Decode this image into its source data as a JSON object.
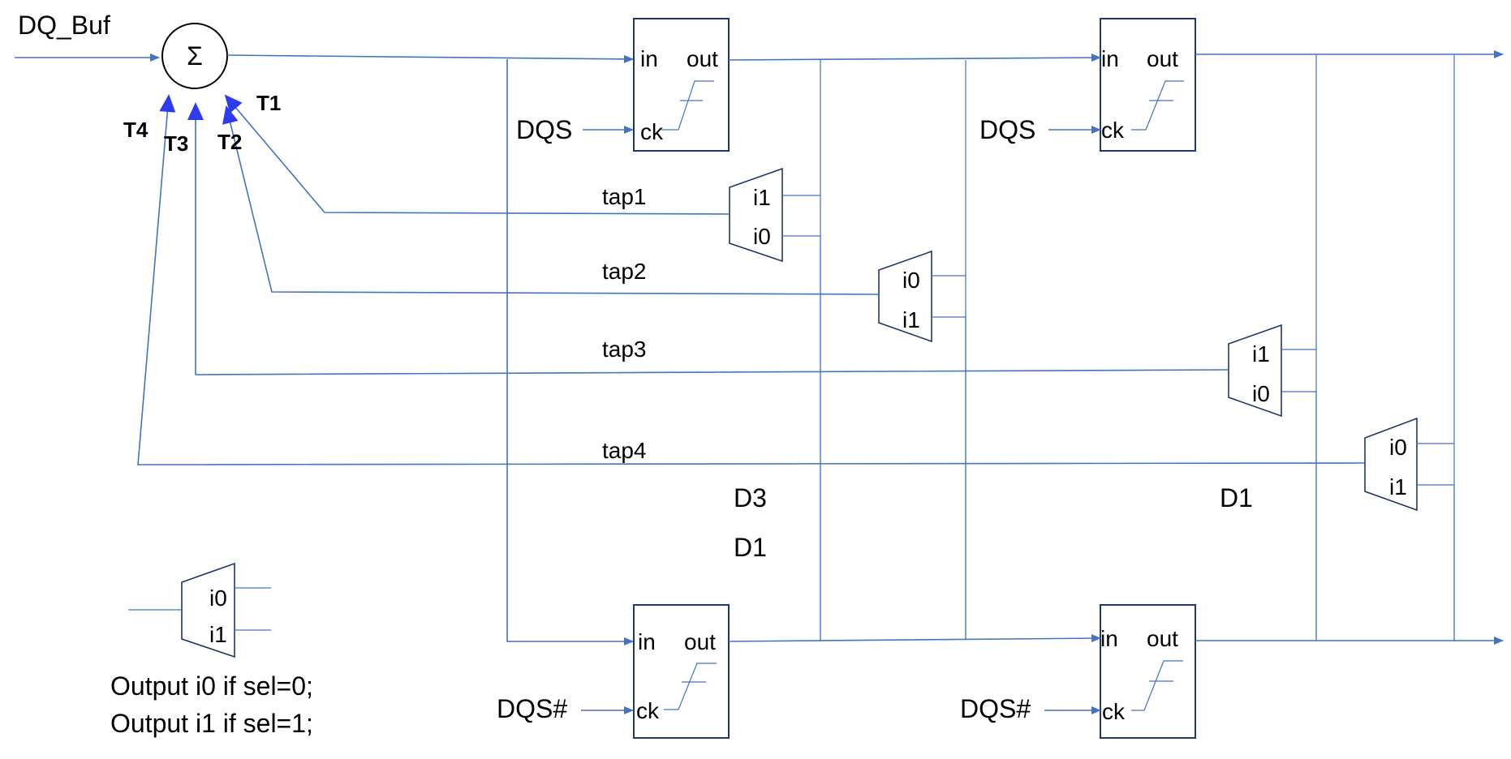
{
  "input_label": "DQ_Buf",
  "sum_symbol": "Σ",
  "feedback_labels": {
    "t1": "T1",
    "t2": "T2",
    "t3": "T3",
    "t4": "T4"
  },
  "flipflops": {
    "in": "in",
    "out": "out",
    "ck": "ck"
  },
  "clocks": {
    "dqs": "DQS",
    "dqs_n": "DQS#"
  },
  "taps": [
    "tap1",
    "tap2",
    "tap3",
    "tap4"
  ],
  "mux_pins": {
    "i0": "i0",
    "i1": "i1"
  },
  "data_labels": {
    "d3": "D3",
    "d1_left": "D1",
    "d1_right": "D1"
  },
  "legend": {
    "line1": "Output i0 if sel=0;",
    "line2": "Output i1 if sel=1;"
  },
  "colors": {
    "wire": "#4472c4",
    "box": "#203864",
    "arrow": "#2e3bef"
  }
}
